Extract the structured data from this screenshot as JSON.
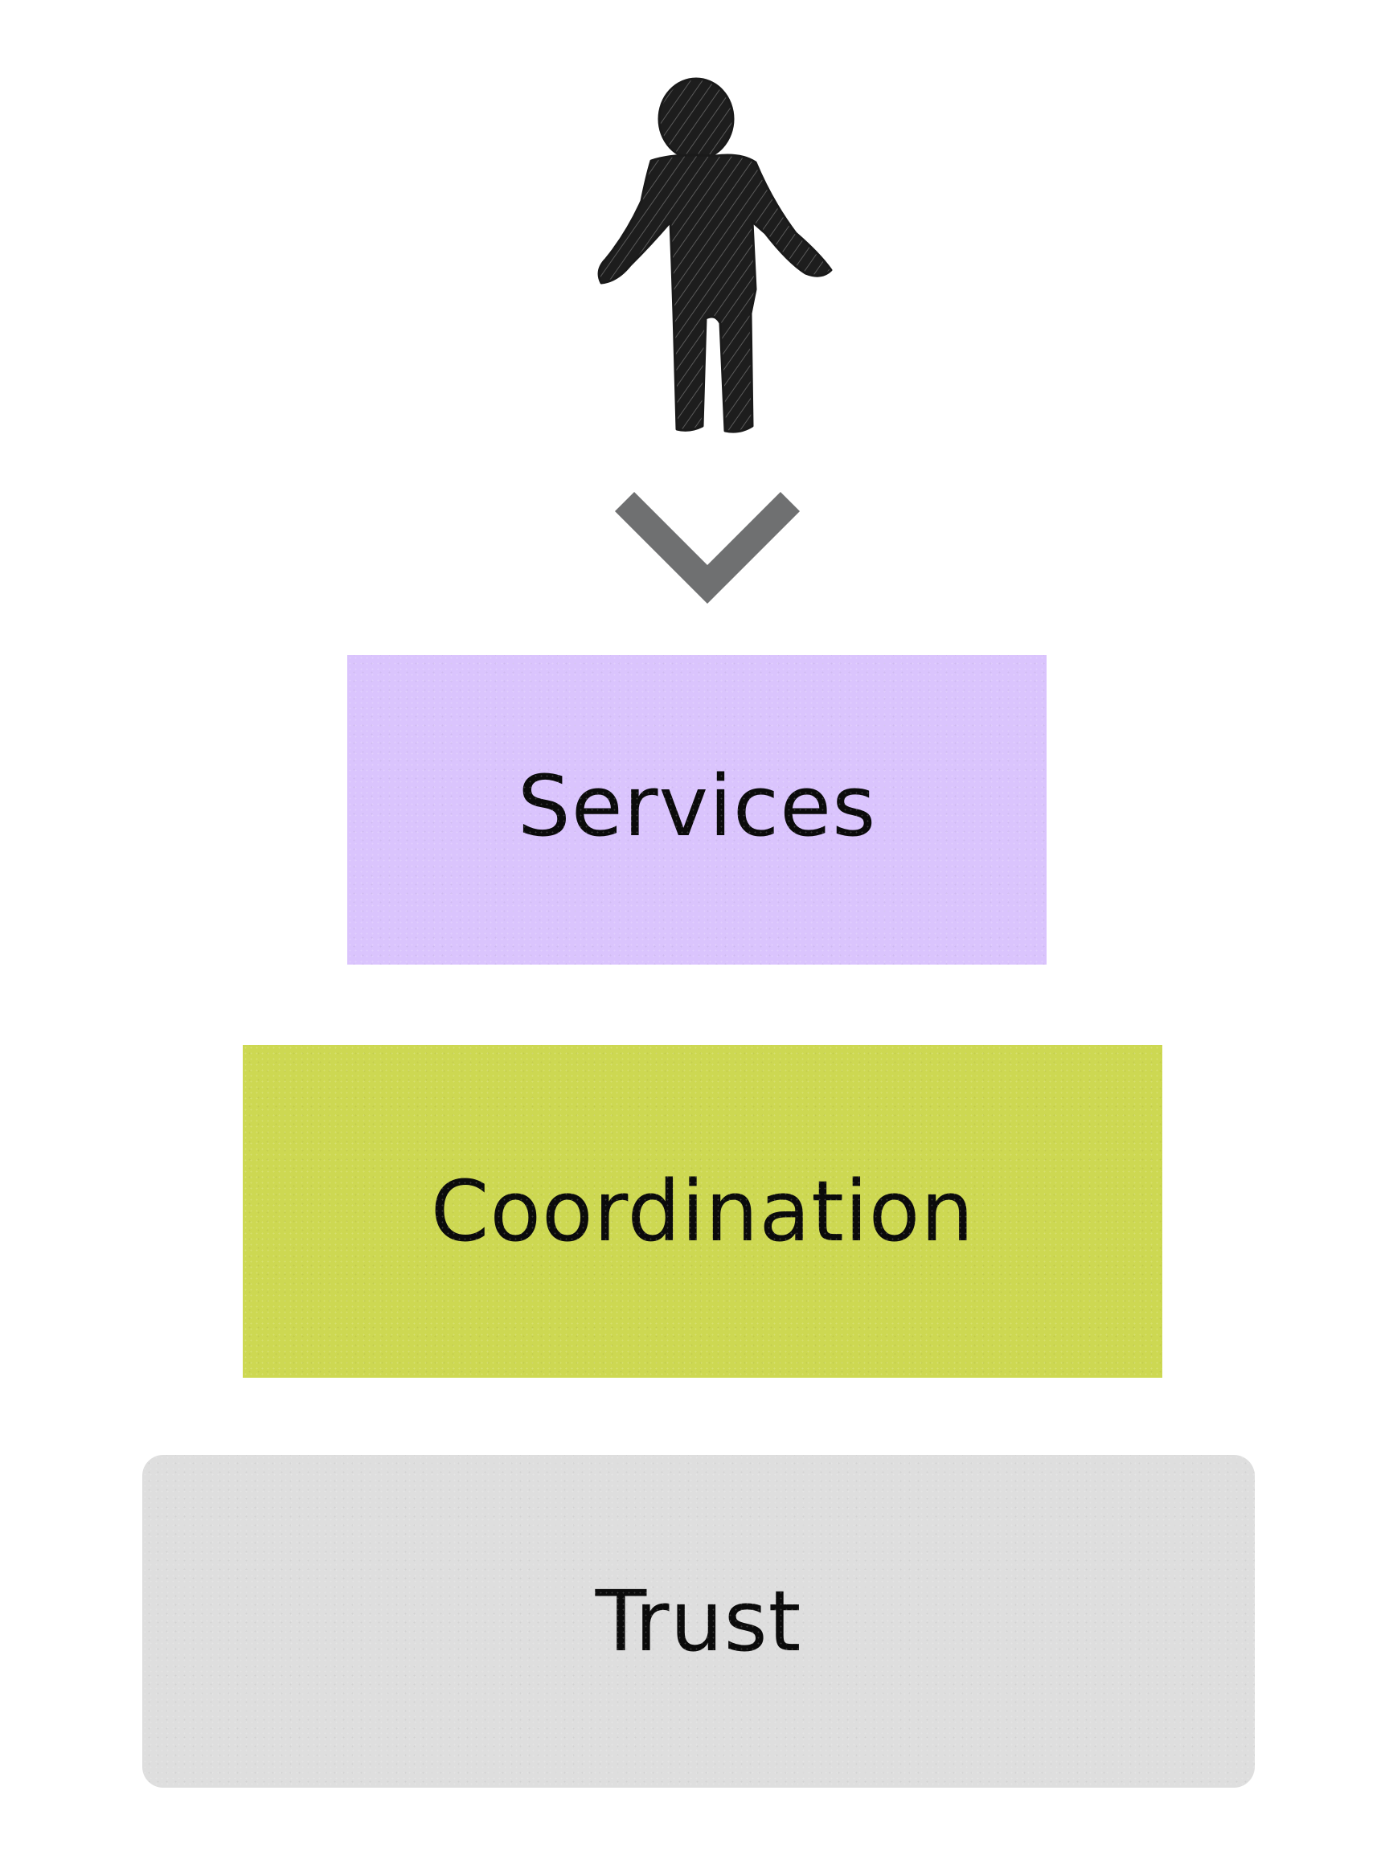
{
  "icons": {
    "person": "person-icon",
    "arrow": "chevron-down-icon"
  },
  "colors": {
    "services": "#dac4fd",
    "coordination": "#cdd852",
    "trust": "#dedede",
    "chevron": "#6f7071",
    "person": "#1a1a1a"
  },
  "layers": {
    "services": {
      "label": "Services"
    },
    "coordination": {
      "label": "Coordination"
    },
    "trust": {
      "label": "Trust"
    }
  }
}
